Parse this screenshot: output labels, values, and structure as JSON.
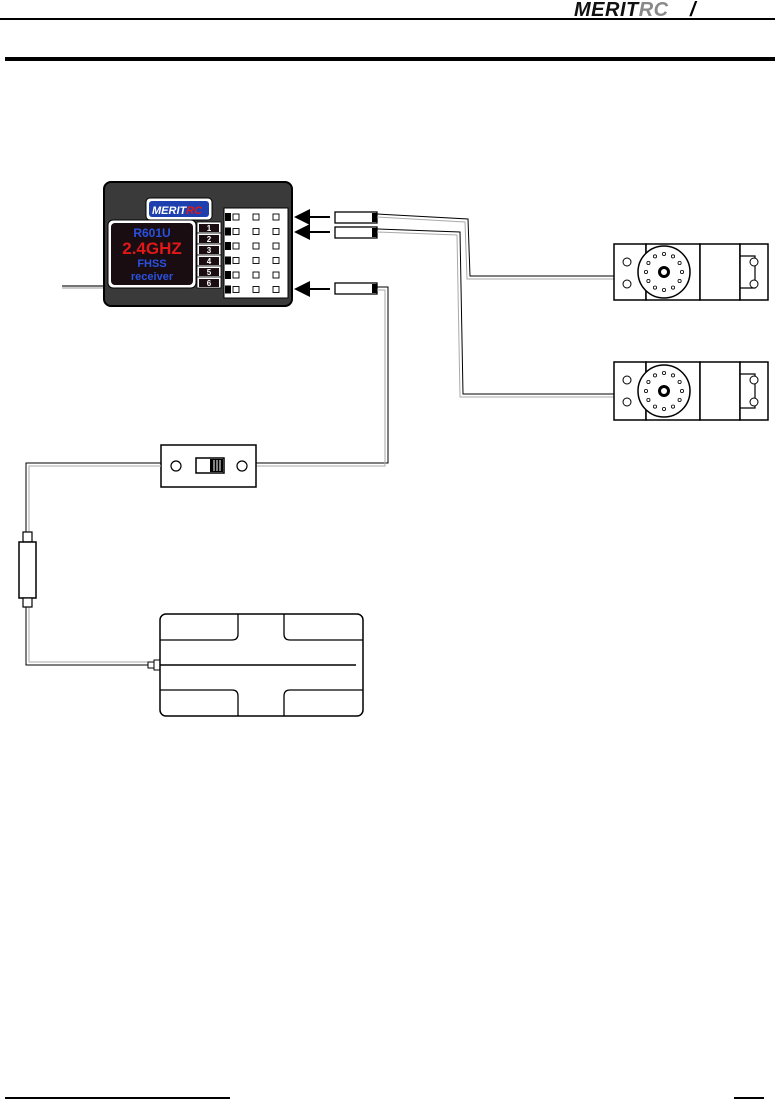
{
  "header": {
    "brand_main": "MERIT",
    "brand_accent": "RC",
    "slash": "/"
  },
  "receiver": {
    "logo_main": "MERIT",
    "logo_accent": "RC",
    "model": "R601U",
    "frequency": "2.4GHZ",
    "protocol": "FHSS",
    "type": "receiver",
    "channels": [
      "1",
      "2",
      "3",
      "4",
      "5",
      "6"
    ]
  },
  "colors": {
    "receiver_body": "#3a3a3a",
    "label_bg": "#1a0d12",
    "label_red": "#e01818",
    "label_blue": "#2a52e0",
    "logo_bg": "#1e3fae"
  }
}
